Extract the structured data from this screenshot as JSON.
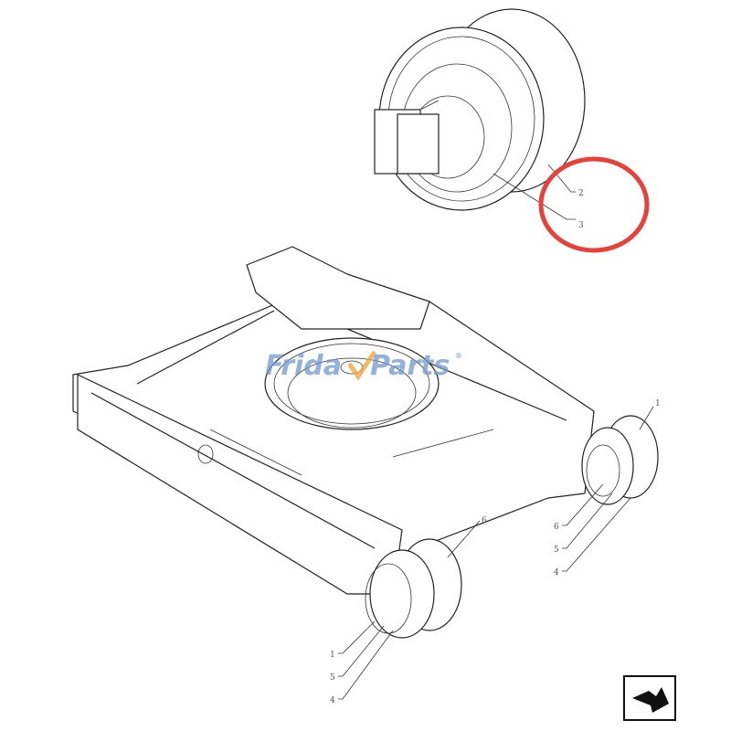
{
  "diagram": {
    "callouts_top": [
      {
        "label": "2"
      },
      {
        "label": "3"
      }
    ],
    "callouts_right": [
      {
        "label": "1"
      },
      {
        "label": "6"
      },
      {
        "label": "5"
      },
      {
        "label": "4"
      }
    ],
    "callouts_left": [
      {
        "label": "6"
      },
      {
        "label": "1"
      },
      {
        "label": "5"
      },
      {
        "label": "4"
      }
    ],
    "highlight_color": "#e8403b",
    "watermark": {
      "text_left": "Frida",
      "text_right": "Parts",
      "mark": "®",
      "color": "#6f98cf",
      "accent": "#f0a640"
    },
    "nav_icon": "next-page-arrow-icon"
  }
}
